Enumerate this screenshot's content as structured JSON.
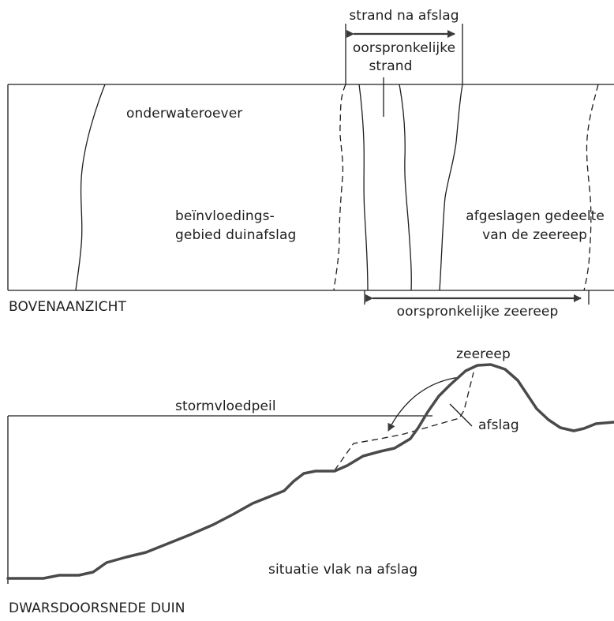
{
  "top_view": {
    "title": "BOVENAANZICHT",
    "label_onderwateroever": "onderwateroever",
    "label_invloed_line1": "beïnvloedings-",
    "label_invloed_line2": "gebied duinafslag",
    "label_afgeslagen_line1": "afgeslagen gedeelte",
    "label_afgeslagen_line2": "van de zeereep",
    "label_strand_na_afslag": "strand na afslag",
    "label_oorspr_strand_line1": "oorspronkelijke",
    "label_oorspr_strand_line2": "strand",
    "label_oorspr_zeereep": "oorspronkelijke zeereep"
  },
  "cross_section": {
    "title": "DWARSDOORSNEDE DUIN",
    "label_zeereep": "zeereep",
    "label_stormvloedpeil": "stormvloedpeil",
    "label_afslag": "afslag",
    "label_situatie": "situatie vlak na afslag"
  },
  "colors": {
    "ink": "#1e1e1e",
    "profile": "#4a4a4a",
    "background": "#ffffff"
  }
}
